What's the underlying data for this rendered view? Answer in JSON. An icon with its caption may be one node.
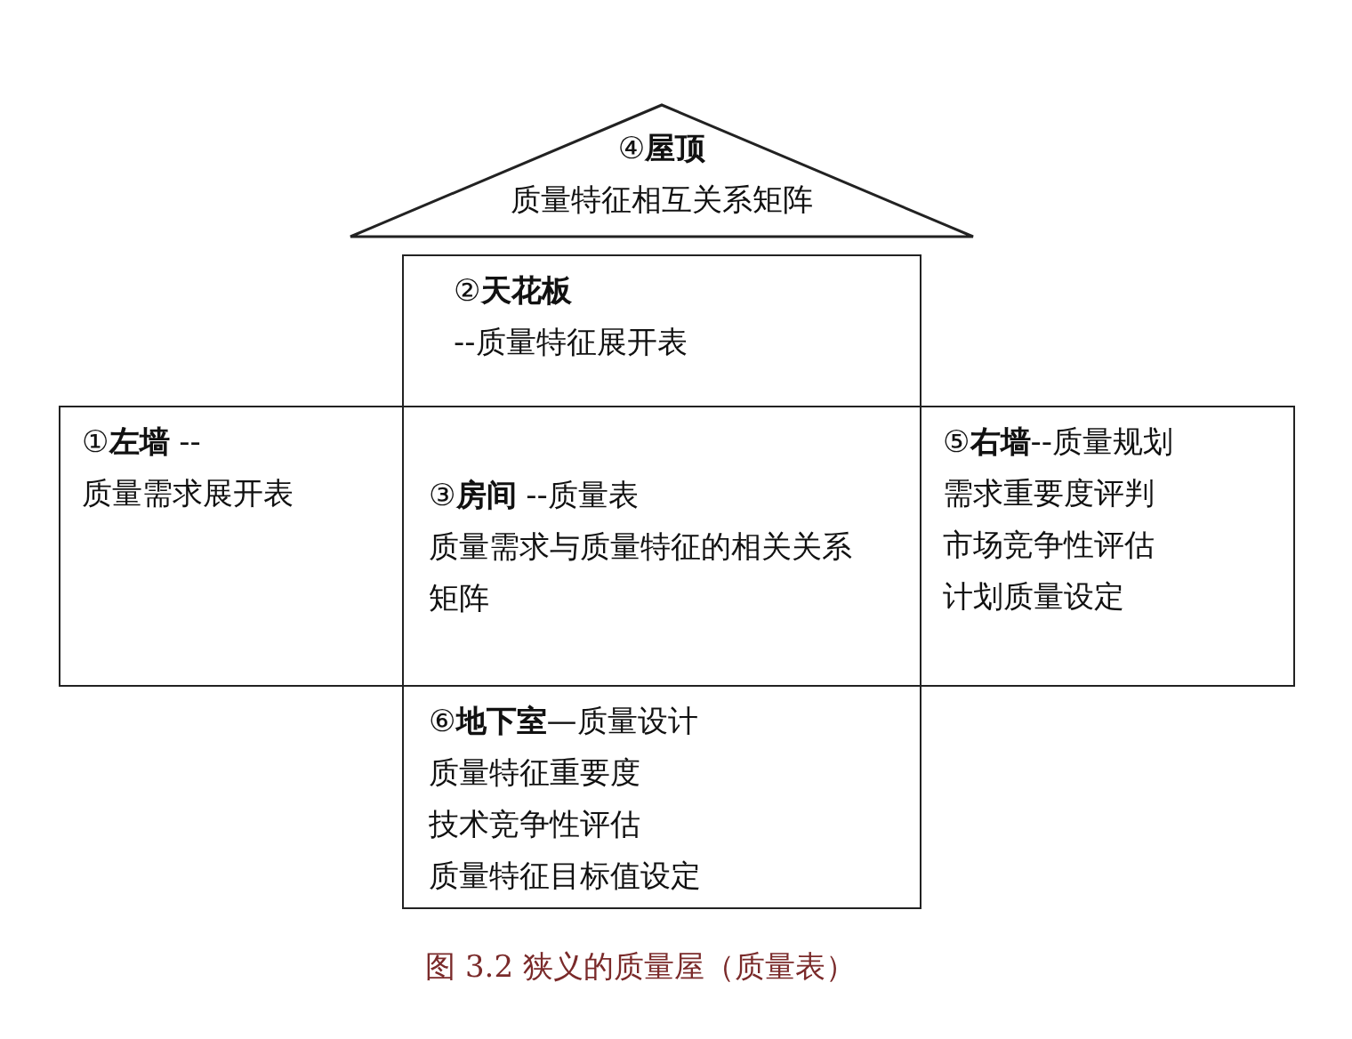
{
  "diagram": {
    "caption": "图 3.2 狭义的质量屋（质量表）",
    "nodes": [
      {
        "text": [
          "④**屋顶**",
          "质量特征相互关系矩阵"
        ]
      },
      {
        "text": [
          "②**天花板**",
          "--质量特征展开表"
        ]
      },
      {
        "text": [
          "①**左墙** --",
          "质量需求展开表"
        ]
      },
      {
        "text": [
          "③**房间** --质量表",
          "质量需求与质量特征的相关关系矩阵"
        ]
      },
      {
        "text": [
          "⑤**右墙**--质量规划",
          "需求重要度评判",
          "市场竞争性评估",
          "计划质量设定"
        ]
      },
      {
        "text": [
          "⑥**地下室**—质量设计",
          "质量特征重要度",
          "技术竞争性评估",
          "质量特征目标值设定"
        ]
      }
    ],
    "edges": []
  }
}
